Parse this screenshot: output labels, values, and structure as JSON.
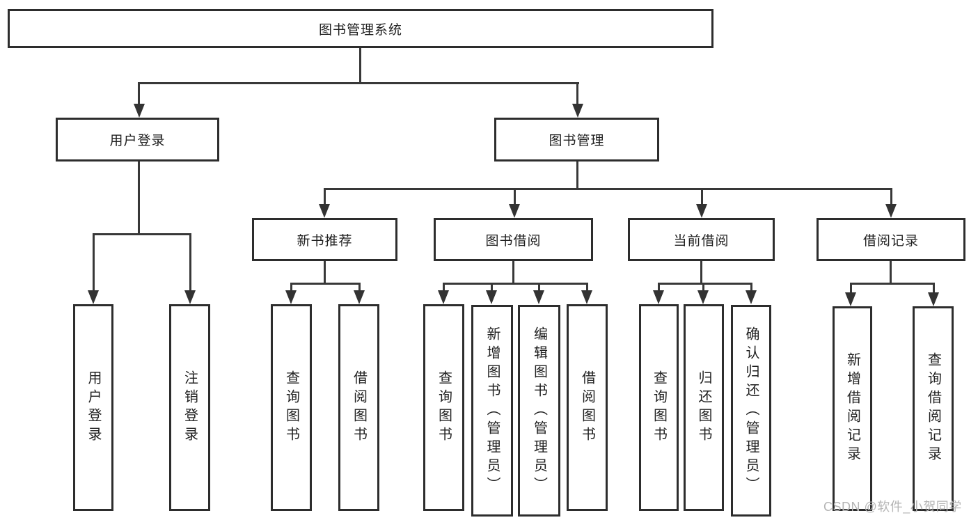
{
  "diagram": {
    "title": "图书管理系统",
    "root": {
      "label": "图书管理系统"
    },
    "branches": [
      {
        "label": "用户登录",
        "children": [
          {
            "label": "用户登录"
          },
          {
            "label": "注销登录"
          }
        ]
      },
      {
        "label": "图书管理",
        "children": [
          {
            "label": "新书推荐",
            "children": [
              {
                "label": "查询图书"
              },
              {
                "label": "借阅图书"
              }
            ]
          },
          {
            "label": "图书借阅",
            "children": [
              {
                "label": "查询图书"
              },
              {
                "label": "新增图书（管理员）"
              },
              {
                "label": "编辑图书（管理员）"
              },
              {
                "label": "借阅图书"
              }
            ]
          },
          {
            "label": "当前借阅",
            "children": [
              {
                "label": "查询图书"
              },
              {
                "label": "归还图书"
              },
              {
                "label": "确认归还（管理员）"
              }
            ]
          },
          {
            "label": "借阅记录",
            "children": [
              {
                "label": "新增借阅记录"
              },
              {
                "label": "查询借阅记录"
              }
            ]
          }
        ]
      }
    ]
  },
  "watermark": {
    "text": "CSDN @软件_小贺同学"
  },
  "colors": {
    "box_border": "#2d2d2d",
    "connector": "#383838",
    "text": "#212121",
    "watermark": "#b5b5b5",
    "background": "#ffffff"
  }
}
